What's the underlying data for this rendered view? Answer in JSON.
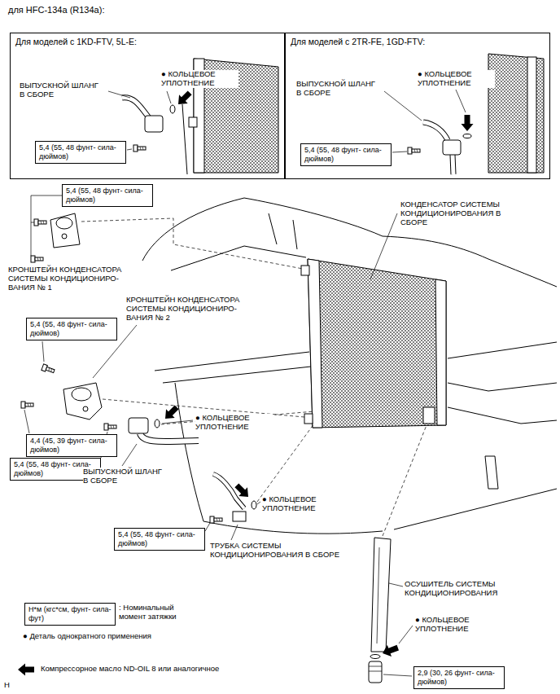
{
  "diagram": {
    "title": "для HFC-134a (R134a):",
    "nodes": [
      {
        "text": [
          "Для моделей с 1KD-FTV, 5L-E:"
        ]
      },
      {
        "text": [
          "Для моделей с 2TR-FE, 1GD-FTV:"
        ]
      },
      {
        "text": [
          "5,4 (55, 48 фунт- сила-дюймов)"
        ],
        "in": 0
      },
      {
        "text": [
          "5,4 (55, 48 фунт- сила-дюймов)"
        ],
        "in": 1
      },
      {
        "text": [
          "5,4 (55, 48 фунт- сила-дюймов)"
        ]
      },
      {
        "text": [
          "5,4 (55, 48 фунт- сила-дюймов)"
        ]
      },
      {
        "text": [
          "4,4 (45, 39 фунт- сила-дюймов)"
        ]
      },
      {
        "text": [
          "5,4 (55, 48 фунт- сила-дюймов)"
        ]
      },
      {
        "text": [
          "5,4 (55, 48 фунт- сила-дюймов)"
        ]
      },
      {
        "text": [
          "2,9 (30, 26 фунт- сила-дюймов)"
        ]
      },
      {
        "text": [
          "Н*м (кгс*см, фунт- сила-фут)"
        ]
      }
    ],
    "labels": [
      "ВЫПУСКНОЙ ШЛАНГ В СБОРЕ",
      "● КОЛЬЦЕВОЕ УПЛОТНЕНИЕ",
      "ВЫПУСКНОЙ ШЛАНГ В СБОРЕ",
      "● КОЛЬЦЕВОЕ УПЛОТНЕНИЕ",
      "КОНДЕНСАТОР СИСТЕМЫ КОНДИЦИОНИРОВАНИЯ В СБОРЕ",
      "КРОНШТЕЙН КОНДЕНСАТОРА СИСТЕМЫ КОНДИЦИОНИРО- ВАНИЯ № 1",
      "КРОНШТЕЙН КОНДЕНСАТОРА СИСТЕМЫ КОНДИЦИОНИРО- ВАНИЯ № 2",
      "● КОЛЬЦЕВОЕ УПЛОТНЕНИЕ",
      "ВЫПУСКНОЙ ШЛАНГ В СБОРЕ",
      "● КОЛЬЦЕВОЕ УПЛОТНЕНИЕ",
      "ТРУБКА СИСТЕМЫ КОНДИЦИОНИРОВАНИЯ В СБОРЕ",
      "ОСУШИТЕЛЬ СИСТЕМЫ КОНДИЦИОНИРОВАНИЯ",
      "● КОЛЬЦЕВОЕ УПЛОТНЕНИЕ",
      ": Номинальный момент затяжки",
      "● Деталь однократного применения",
      "H"
    ],
    "legend": [
      {
        "text": "Компрессорное масло ND-OIL 8 или аналогичное"
      }
    ]
  }
}
